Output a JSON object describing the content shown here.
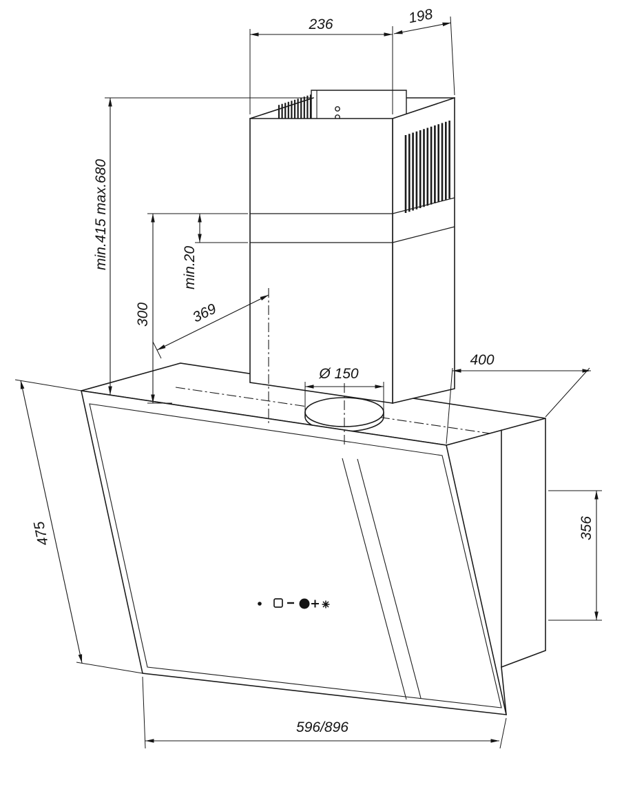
{
  "dimensions": {
    "chimney_top_width": "236",
    "chimney_top_depth": "198",
    "chimney_height_range": "min.415 max.680",
    "telescopic_overlap": "min.20",
    "lower_chimney_height": "300",
    "duct_center_offset": "369",
    "hood_depth": "400",
    "duct_diameter": "Ø 150",
    "glass_front_length": "475",
    "rear_body_height": "356",
    "hood_width": "596/896"
  },
  "colors": {
    "line": "#1b1b1b",
    "background": "#ffffff"
  }
}
